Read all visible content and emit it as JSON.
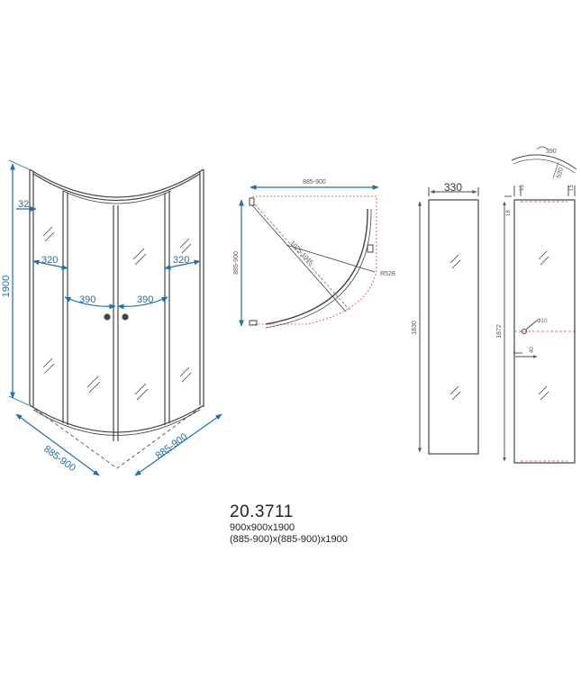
{
  "colors": {
    "dimension_blue": "#1f6fa8",
    "frame": "#444444",
    "dashed_red": "#e04040",
    "dimension_grey": "#555555"
  },
  "perspective": {
    "height": "1900",
    "frame_offset": "32",
    "left_panel": "320",
    "right_panel": "320",
    "left_door": "390",
    "right_door": "390",
    "base_left": "885-900",
    "base_right": "885-900"
  },
  "plan": {
    "width": "885-900",
    "depth": "885-900",
    "diagonal": "1025-1045",
    "radius": "R528"
  },
  "side_panel": {
    "width": "330",
    "height": "1830"
  },
  "profile": {
    "arc_chord": "390",
    "arc_radius": "520",
    "top_offset_left": "15",
    "top_offset_right": "15",
    "top_gap": "18",
    "height": "1872",
    "hole_diameter": "Φ10",
    "hole_offset": "40"
  },
  "caption": {
    "model": "20.3711",
    "size": "900x900x1900",
    "range": "(885-900)x(885-900)x1900"
  }
}
